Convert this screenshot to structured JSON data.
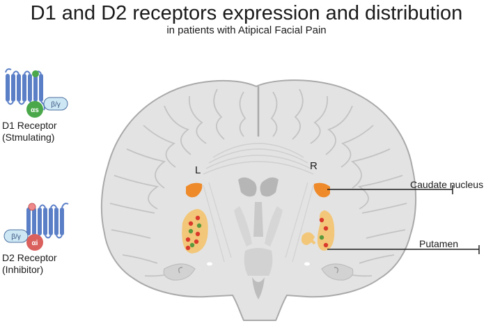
{
  "title": "D1 and D2 receptors expression and distribution",
  "subtitle": "in patients with Atipical Facial Pain",
  "d1": {
    "label_line1": "D1 Receptor",
    "label_line2": "(Stmulating)",
    "alpha_label": "αs",
    "beta_gamma_label": "β/γ"
  },
  "d2": {
    "label_line1": "D2 Receptor",
    "label_line2": "(Inhibitor)",
    "alpha_label": "αi",
    "beta_gamma_label": "β/γ"
  },
  "brain": {
    "left_label": "L",
    "right_label": "R",
    "caudate_label": "Caudate nucleus",
    "putamen_label": "Putamen"
  },
  "colors": {
    "receptor_blue": "#5b7fc7",
    "alpha_s_green": "#4aa84a",
    "alpha_i_red": "#d9605c",
    "beta_gamma_fill": "#cde8f4",
    "brain_fill": "#e3e3e3",
    "caudate_orange": "#ee8a2a",
    "putamen_tan": "#f3c77a",
    "d1_dot": "#d93a2b",
    "d2_dot": "#5a9a3d"
  }
}
